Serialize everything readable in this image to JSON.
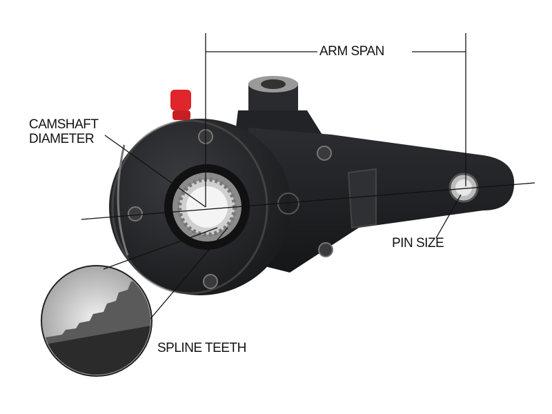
{
  "labels": {
    "arm_span": "ARM SPAN",
    "camshaft_line1": "CAMSHAFT",
    "camshaft_line2": "DIAMETER",
    "pin_size": "PIN SIZE",
    "spline_teeth": "SPLINE TEETH"
  },
  "colors": {
    "part_body": "#1e1f22",
    "cap": "#e0252b",
    "line": "#111111"
  }
}
